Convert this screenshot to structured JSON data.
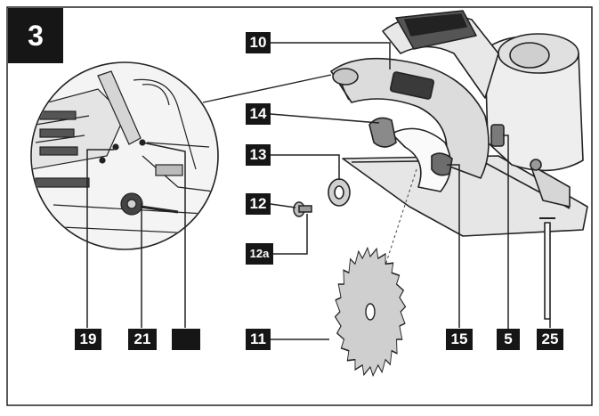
{
  "figure": {
    "number": "3"
  },
  "labels": {
    "l10": "10",
    "l14": "14",
    "l13": "13",
    "l12": "12",
    "l12a": "12a",
    "l19": "19",
    "l21": "21",
    "l22": "",
    "l11": "11",
    "l15": "15",
    "l5": "5",
    "l25": "25"
  },
  "colors": {
    "ink": "#161616",
    "line": "#222222",
    "shade": "#cfcfcf",
    "light": "#eeeeee"
  }
}
